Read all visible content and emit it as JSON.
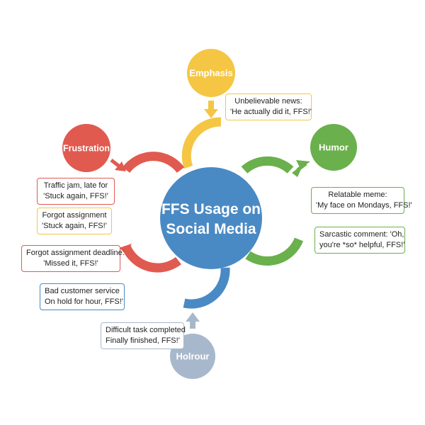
{
  "hub": {
    "line1": "FFS Usage on",
    "line2": "Social Media",
    "color": "#4a8ac4"
  },
  "nodes": {
    "emphasis": {
      "label": "Emphasis",
      "color": "#f5c644"
    },
    "humor": {
      "label": "Humor",
      "color": "#6ab04c"
    },
    "frustration": {
      "label": "Frustration",
      "color": "#e05a50"
    },
    "holrour": {
      "label": "Holrour",
      "color": "#a8b8cc"
    }
  },
  "callouts": {
    "unbelievable": {
      "line1": "Unbelievable news:",
      "line2": "'He actually did it, FFS!'",
      "color": "#f5c644"
    },
    "relatable": {
      "line1": "Relatable meme:",
      "line2": "'My face on Mondays, FFS!'",
      "color": "#6ab04c"
    },
    "sarcastic": {
      "line1": "Sarcastic comment: 'Oh,",
      "line2": "you're *so* helpful, FFS!'",
      "color": "#6ab04c"
    },
    "traffic": {
      "line1": "Traffic jam, late for",
      "line2": "'Stuck again, FFS!'",
      "color": "#e05a50"
    },
    "forgot1": {
      "line1": "Forgot assignment",
      "line2": "'Stuck again, FFS!'",
      "color": "#f5c644"
    },
    "forgot2": {
      "line1": "Forgot assignment deadline:",
      "line2": "'Missed it, FFS!'",
      "color": "#e05a50"
    },
    "customer": {
      "line1": "Bad customer service",
      "line2": "On hold for hour, FFS!'",
      "color": "#4a8ac4"
    },
    "difficult": {
      "line1": "Difficult task completed",
      "line2": "Finally finished, FFS!'",
      "color": "#a8b8cc"
    }
  }
}
